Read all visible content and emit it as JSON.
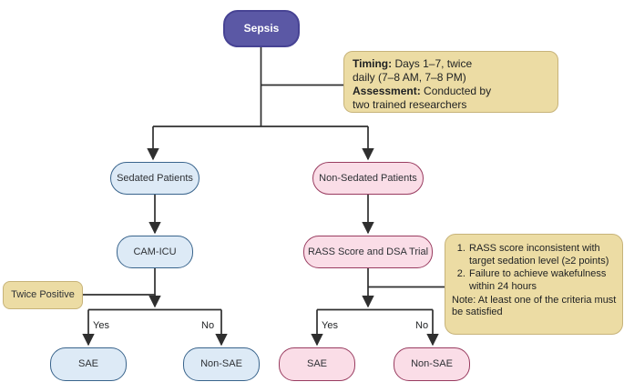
{
  "nodes": {
    "sepsis": "Sepsis",
    "sedated": "Sedated Patients",
    "non_sedated": "Non-Sedated Patients",
    "cam_icu": "CAM-ICU",
    "rass": "RASS Score and DSA Trial",
    "twice_positive": "Twice Positive",
    "sae_sedated": "SAE",
    "non_sae_sedated": "Non-SAE",
    "sae_non_sedated": "SAE",
    "non_sae_non_sedated": "Non-SAE"
  },
  "edge_labels": {
    "sedated_yes": "Yes",
    "sedated_no": "No",
    "non_sedated_yes": "Yes",
    "non_sedated_no": "No"
  },
  "notes": {
    "timing": {
      "timing_label": "Timing:",
      "timing_text": " Days 1–7, twice daily (7–8 AM, 7–8 PM)",
      "assessment_label": "Assessment:",
      "assessment_text": " Conducted by two trained researchers"
    },
    "criteria": {
      "items": [
        "RASS score inconsistent with target sedation level (≥2 points)",
        "Failure to achieve wakefulness within 24 hours"
      ],
      "note": "Note: At least one of the criteria must be satisfied"
    }
  },
  "colors": {
    "purple_fill": "#5b58a5",
    "purple_border": "#474394",
    "blue_fill": "#ddeaf6",
    "blue_border": "#39648c",
    "pink_fill": "#fadde7",
    "pink_border": "#993c60",
    "tan_fill": "#ecdca4",
    "tan_border": "#c7b379",
    "line": "#2f2f2f",
    "node_text": "#2e3135",
    "sepsis_text": "#ffffff"
  }
}
